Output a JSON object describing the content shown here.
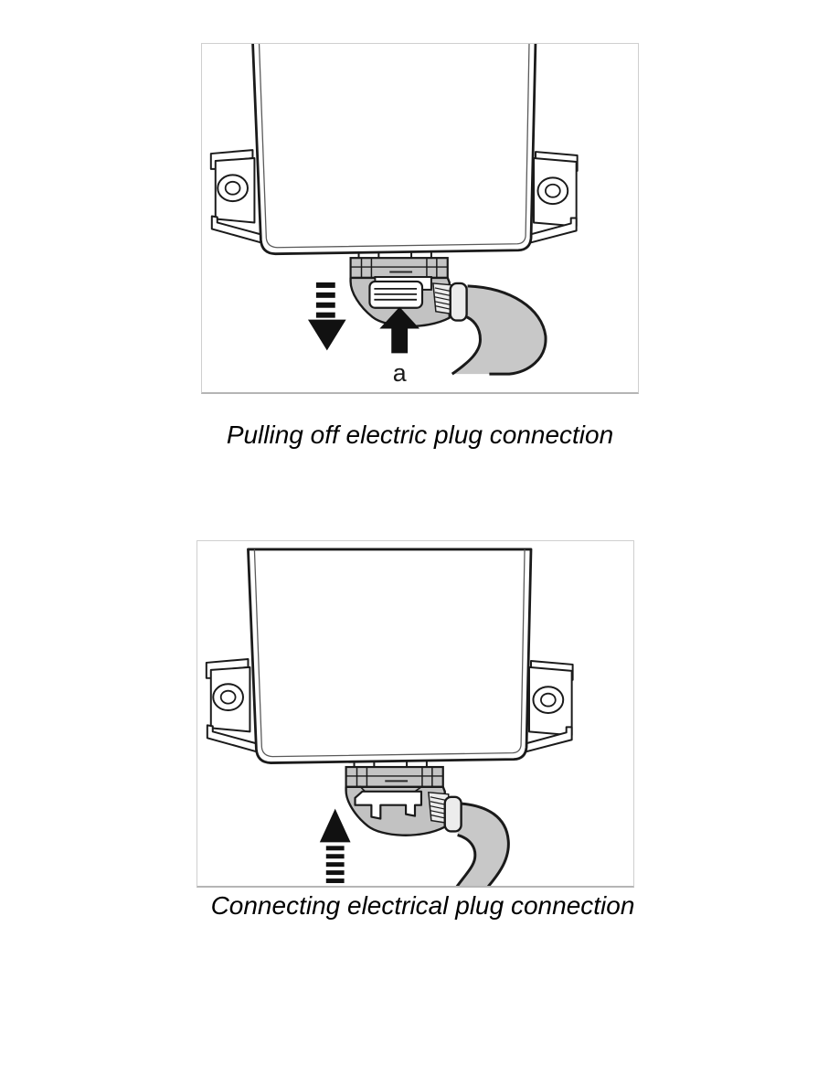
{
  "page": {
    "background": "#ffffff"
  },
  "colors": {
    "line": "#1a1a1a",
    "collar_gray": "#c4c4c4",
    "elbow_gray": "#c2c2c2",
    "cable_gray": "#c8c8c8",
    "frame_border": "#cfcfcf",
    "caption_text": "#000000"
  },
  "figures": [
    {
      "caption": "Pulling off electric plug connection",
      "callout_label": "a",
      "arrows": [
        "arrow-down-dashed",
        "arrow-up-solid"
      ]
    },
    {
      "caption": "Connecting electrical plug connection",
      "arrows": [
        "arrow-up-dashed"
      ]
    }
  ]
}
